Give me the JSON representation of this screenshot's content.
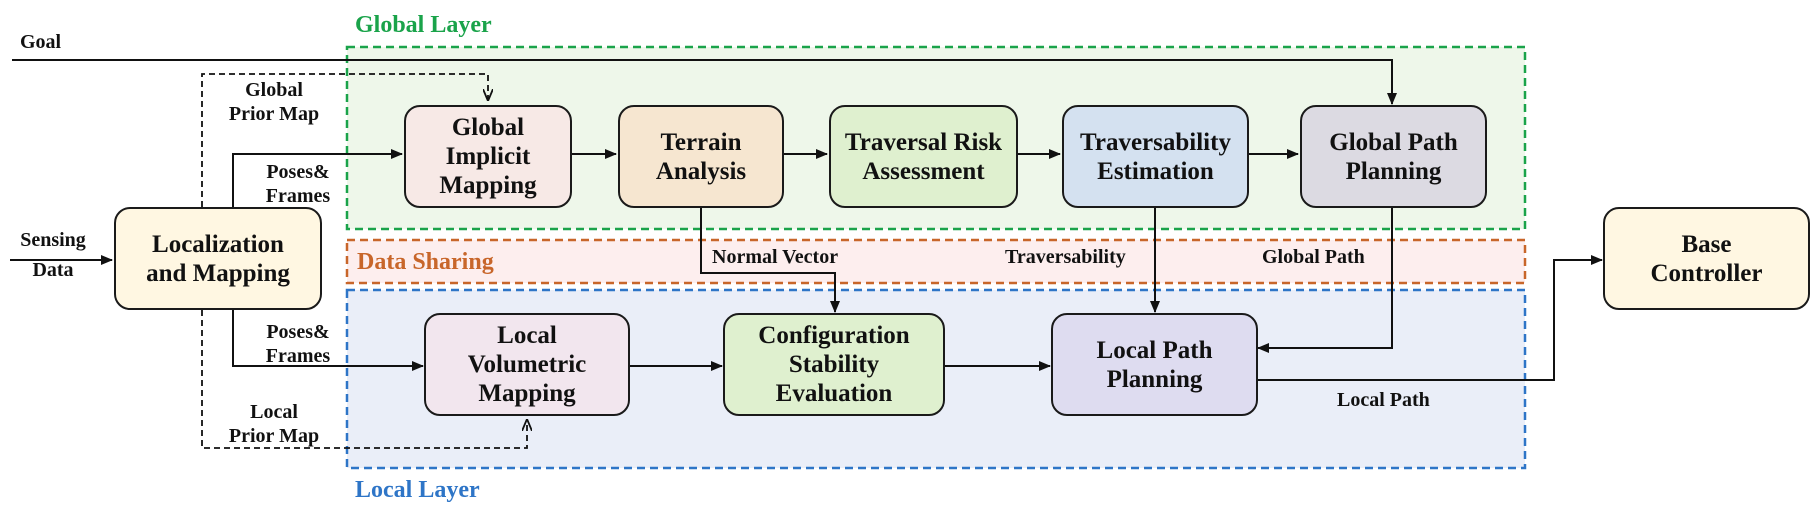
{
  "layers": {
    "global": {
      "title": "Global Layer",
      "color": "#1aa34a",
      "fill": "#eef7ea"
    },
    "sharing": {
      "title": "Data Sharing",
      "color": "#c8662a",
      "fill": "#fdeeee"
    },
    "local": {
      "title": "Local Layer",
      "color": "#2e75c7",
      "fill": "#eaeef8"
    }
  },
  "nodes": {
    "localization": {
      "line1": "Localization",
      "line2": "and Mapping",
      "fill": "#fff7e2"
    },
    "global_implicit": {
      "line1": "Global",
      "line2": "Implicit",
      "line3": "Mapping",
      "fill": "#f7e9e6"
    },
    "terrain": {
      "line1": "Terrain",
      "line2": "Analysis",
      "fill": "#f6e6d0"
    },
    "traversal_risk": {
      "line1": "Traversal Risk",
      "line2": "Assessment",
      "fill": "#dff0cf"
    },
    "traversability": {
      "line1": "Traversability",
      "line2": "Estimation",
      "fill": "#d4e1f0"
    },
    "global_path": {
      "line1": "Global Path",
      "line2": "Planning",
      "fill": "#dcdae2"
    },
    "local_volumetric": {
      "line1": "Local",
      "line2": "Volumetric",
      "line3": "Mapping",
      "fill": "#f2e6ee"
    },
    "config_stability": {
      "line1": "Configuration",
      "line2": "Stability",
      "line3": "Evaluation",
      "fill": "#dff0cf"
    },
    "local_path": {
      "line1": "Local Path",
      "line2": "Planning",
      "fill": "#dedcf0"
    },
    "base_controller": {
      "line1": "Base",
      "line2": "Controller",
      "fill": "#fff7e2"
    }
  },
  "labels": {
    "goal": "Goal",
    "sensing_line1": "Sensing",
    "sensing_line2": "Data",
    "global_prior_line1": "Global",
    "global_prior_line2": "Prior Map",
    "poses_frames_top_line1": "Poses&",
    "poses_frames_top_line2": "Frames",
    "poses_frames_bottom_line1": "Poses&",
    "poses_frames_bottom_line2": "Frames",
    "local_prior_line1": "Local",
    "local_prior_line2": "Prior Map",
    "normal_vector": "Normal Vector",
    "traversability": "Traversability",
    "global_path": "Global Path",
    "local_path": "Local Path"
  }
}
